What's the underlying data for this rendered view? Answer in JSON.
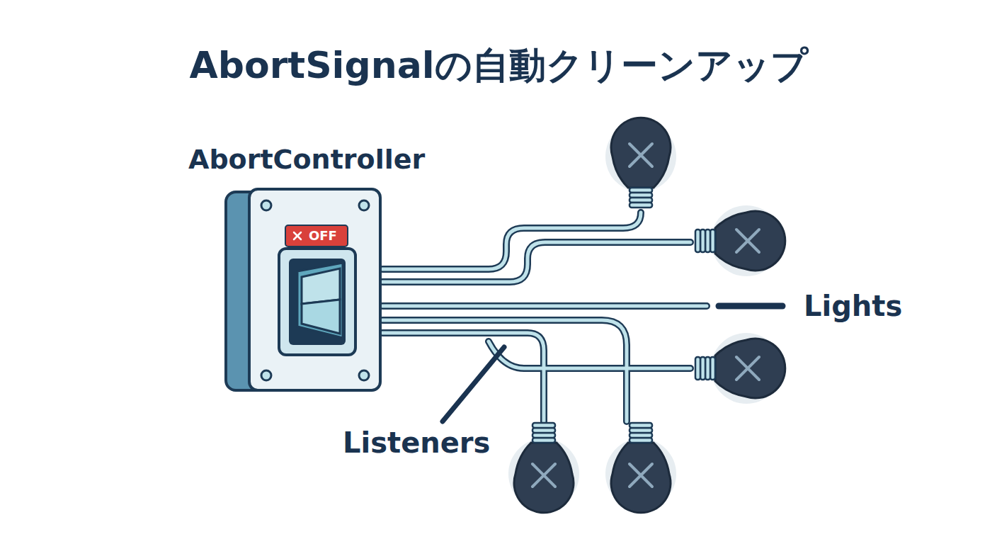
{
  "diagram": {
    "title": "AbortSignalの自動クリーンアップ",
    "nodes": [
      {
        "text": [
          "AbortController"
        ]
      },
      {
        "text": [
          "OFF"
        ],
        "in": 0
      }
    ],
    "labels": [
      "Lights",
      "Listeners"
    ]
  }
}
